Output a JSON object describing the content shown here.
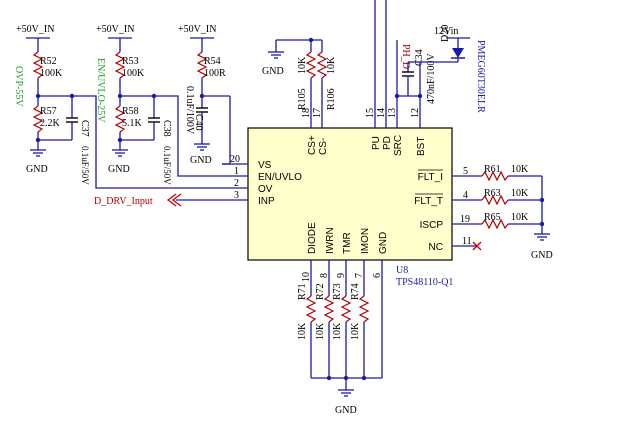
{
  "power": {
    "p50v": "+50V_IN",
    "p12v": "12Vin"
  },
  "gnd": "GND",
  "net_labels": {
    "d_drv_input": "D_DRV_Input",
    "ovp": "OVP-55V",
    "en_uvlo": "EN/UVLO-25V",
    "ph_d": "PH_D"
  },
  "ic": {
    "ref": "U8",
    "part": "TPS48110-Q1",
    "left_pins": [
      {
        "num": "20",
        "name": "VS"
      },
      {
        "num": "1",
        "name": "EN/UVLO"
      },
      {
        "num": "2",
        "name": "OV"
      },
      {
        "num": "3",
        "name": "INP"
      }
    ],
    "top_pins": [
      {
        "num": "18",
        "name": "CS+"
      },
      {
        "num": "17",
        "name": "CS-"
      },
      {
        "num": "15",
        "name": "PU"
      },
      {
        "num": "14",
        "name": "PD"
      },
      {
        "num": "13",
        "name": "SRC"
      },
      {
        "num": "12",
        "name": "BST"
      }
    ],
    "right_pins": [
      {
        "num": "5",
        "name": "FLT_I"
      },
      {
        "num": "4",
        "name": "FLT_T"
      },
      {
        "num": "19",
        "name": "ISCP"
      },
      {
        "num": "11",
        "name": "NC"
      }
    ],
    "bottom_pins": [
      {
        "num": "10",
        "name": "DIODE"
      },
      {
        "num": "8",
        "name": "IWRN"
      },
      {
        "num": "9",
        "name": "TMR"
      },
      {
        "num": "7",
        "name": "IMON"
      },
      {
        "num": "6",
        "name": "GND"
      }
    ]
  },
  "components": {
    "R52": {
      "ref": "R52",
      "value": "100K"
    },
    "R57": {
      "ref": "R57",
      "value": "2.2K"
    },
    "C37": {
      "ref": "C37",
      "value": "0.1uF/50V"
    },
    "R53": {
      "ref": "R53",
      "value": "100K"
    },
    "R58": {
      "ref": "R58",
      "value": "5.1K"
    },
    "C38": {
      "ref": "C38",
      "value": "0.1uF/50V"
    },
    "R54": {
      "ref": "R54",
      "value": "100R"
    },
    "C40": {
      "ref": "C40",
      "value": "0.1uF/100V"
    },
    "R105": {
      "ref": "R105",
      "value": "10K"
    },
    "R106": {
      "ref": "R106",
      "value": "10K"
    },
    "C34": {
      "ref": "C34",
      "value": "470nF/100V"
    },
    "D20": {
      "ref": "D20",
      "value": "PMEG60T30ELR"
    },
    "R61": {
      "ref": "R61",
      "value": "10K"
    },
    "R63": {
      "ref": "R63",
      "value": "10K"
    },
    "R65": {
      "ref": "R65",
      "value": "10K"
    },
    "R71": {
      "ref": "R71",
      "value": "10K"
    },
    "R72": {
      "ref": "R72",
      "value": "10K"
    },
    "R73": {
      "ref": "R73",
      "value": "10K"
    },
    "R74": {
      "ref": "R74",
      "value": "10K"
    }
  }
}
